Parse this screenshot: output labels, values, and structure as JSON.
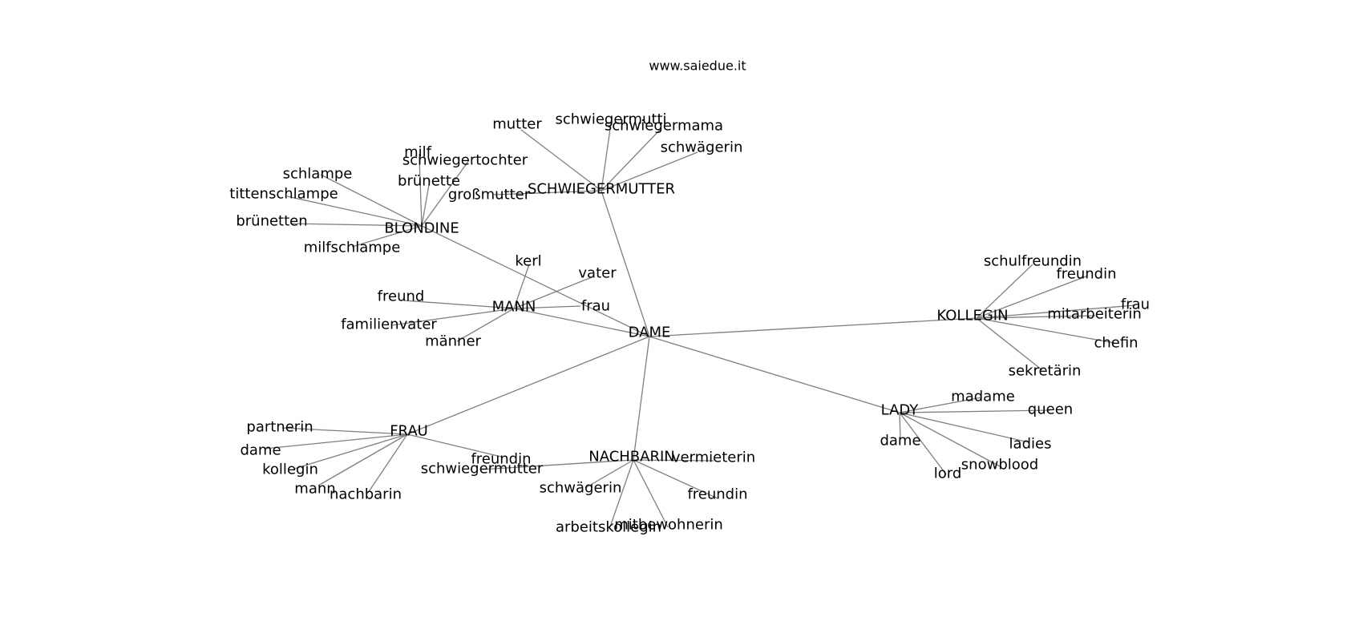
{
  "watermark": "www.saiedue.it",
  "nodes": [
    {
      "id": "dame_center",
      "label": "DAME"
    },
    {
      "id": "mann",
      "label": "MANN"
    },
    {
      "id": "kerl",
      "label": "kerl"
    },
    {
      "id": "vater",
      "label": "vater"
    },
    {
      "id": "frau_mann",
      "label": "frau"
    },
    {
      "id": "freund",
      "label": "freund"
    },
    {
      "id": "familienvater",
      "label": "familienvater"
    },
    {
      "id": "maenner",
      "label": "männer"
    },
    {
      "id": "blondine",
      "label": "BLONDINE"
    },
    {
      "id": "milf",
      "label": "milf"
    },
    {
      "id": "schlampe",
      "label": "schlampe"
    },
    {
      "id": "schwiegertochter",
      "label": "schwiegertochter"
    },
    {
      "id": "bruenette",
      "label": "brünette"
    },
    {
      "id": "tittenschlampe",
      "label": "tittenschlampe"
    },
    {
      "id": "bruenetten",
      "label": "brünetten"
    },
    {
      "id": "milfschlampe",
      "label": "milfschlampe"
    },
    {
      "id": "schwiegermutter",
      "label": "SCHWIEGERMUTTER"
    },
    {
      "id": "mutter",
      "label": "mutter"
    },
    {
      "id": "schwiegermutti",
      "label": "schwiegermutti"
    },
    {
      "id": "schwiegermama",
      "label": "schwiegermama"
    },
    {
      "id": "schwaegerin_sm",
      "label": "schwägerin"
    },
    {
      "id": "grossmutter",
      "label": "großmutter"
    },
    {
      "id": "kollegin",
      "label": "KOLLEGIN"
    },
    {
      "id": "schulfreundin",
      "label": "schulfreundin"
    },
    {
      "id": "freundin_k",
      "label": "freundin"
    },
    {
      "id": "frau_k",
      "label": "frau"
    },
    {
      "id": "mitarbeiterin",
      "label": "mitarbeiterin"
    },
    {
      "id": "chefin",
      "label": "chefin"
    },
    {
      "id": "sekretaerin",
      "label": "sekretärin"
    },
    {
      "id": "lady",
      "label": "LADY"
    },
    {
      "id": "madame",
      "label": "madame"
    },
    {
      "id": "queen",
      "label": "queen"
    },
    {
      "id": "dame_l",
      "label": "dame"
    },
    {
      "id": "ladies",
      "label": "ladies"
    },
    {
      "id": "snowblood",
      "label": "snowblood"
    },
    {
      "id": "lord",
      "label": "lord"
    },
    {
      "id": "frau",
      "label": "FRAU"
    },
    {
      "id": "partnerin",
      "label": "partnerin"
    },
    {
      "id": "dame_f",
      "label": "dame"
    },
    {
      "id": "kollegin_f",
      "label": "kollegin"
    },
    {
      "id": "mann_f",
      "label": "mann"
    },
    {
      "id": "nachbarin_f",
      "label": "nachbarin"
    },
    {
      "id": "freundin_f",
      "label": "freundin"
    },
    {
      "id": "nachbarin",
      "label": "NACHBARIN"
    },
    {
      "id": "vermieterin",
      "label": "vermieterin"
    },
    {
      "id": "schwiegermutter_n",
      "label": "schwiegermutter"
    },
    {
      "id": "schwaegerin_n",
      "label": "schwägerin"
    },
    {
      "id": "freundin_n",
      "label": "freundin"
    },
    {
      "id": "arbeitskollegin",
      "label": "arbeitskollegin"
    },
    {
      "id": "mitbewohnerin",
      "label": "mitbewohnerin"
    }
  ],
  "edges": [
    [
      "dame_center",
      "mann"
    ],
    [
      "dame_center",
      "blondine"
    ],
    [
      "dame_center",
      "schwiegermutter"
    ],
    [
      "dame_center",
      "kollegin"
    ],
    [
      "dame_center",
      "lady"
    ],
    [
      "dame_center",
      "frau"
    ],
    [
      "dame_center",
      "nachbarin"
    ],
    [
      "mann",
      "kerl"
    ],
    [
      "mann",
      "vater"
    ],
    [
      "mann",
      "frau_mann"
    ],
    [
      "mann",
      "freund"
    ],
    [
      "mann",
      "familienvater"
    ],
    [
      "mann",
      "maenner"
    ],
    [
      "blondine",
      "milf"
    ],
    [
      "blondine",
      "schlampe"
    ],
    [
      "blondine",
      "schwiegertochter"
    ],
    [
      "blondine",
      "bruenette"
    ],
    [
      "blondine",
      "tittenschlampe"
    ],
    [
      "blondine",
      "bruenetten"
    ],
    [
      "blondine",
      "milfschlampe"
    ],
    [
      "schwiegermutter",
      "mutter"
    ],
    [
      "schwiegermutter",
      "schwiegermutti"
    ],
    [
      "schwiegermutter",
      "schwiegermama"
    ],
    [
      "schwiegermutter",
      "schwaegerin_sm"
    ],
    [
      "schwiegermutter",
      "grossmutter"
    ],
    [
      "kollegin",
      "schulfreundin"
    ],
    [
      "kollegin",
      "freundin_k"
    ],
    [
      "kollegin",
      "frau_k"
    ],
    [
      "kollegin",
      "mitarbeiterin"
    ],
    [
      "kollegin",
      "chefin"
    ],
    [
      "kollegin",
      "sekretaerin"
    ],
    [
      "lady",
      "madame"
    ],
    [
      "lady",
      "queen"
    ],
    [
      "lady",
      "dame_l"
    ],
    [
      "lady",
      "ladies"
    ],
    [
      "lady",
      "snowblood"
    ],
    [
      "lady",
      "lord"
    ],
    [
      "frau",
      "partnerin"
    ],
    [
      "frau",
      "dame_f"
    ],
    [
      "frau",
      "kollegin_f"
    ],
    [
      "frau",
      "mann_f"
    ],
    [
      "frau",
      "nachbarin_f"
    ],
    [
      "frau",
      "freundin_f"
    ],
    [
      "nachbarin",
      "vermieterin"
    ],
    [
      "nachbarin",
      "schwiegermutter_n"
    ],
    [
      "nachbarin",
      "schwaegerin_n"
    ],
    [
      "nachbarin",
      "freundin_n"
    ],
    [
      "nachbarin",
      "arbeitskollegin"
    ],
    [
      "nachbarin",
      "mitbewohnerin"
    ]
  ]
}
